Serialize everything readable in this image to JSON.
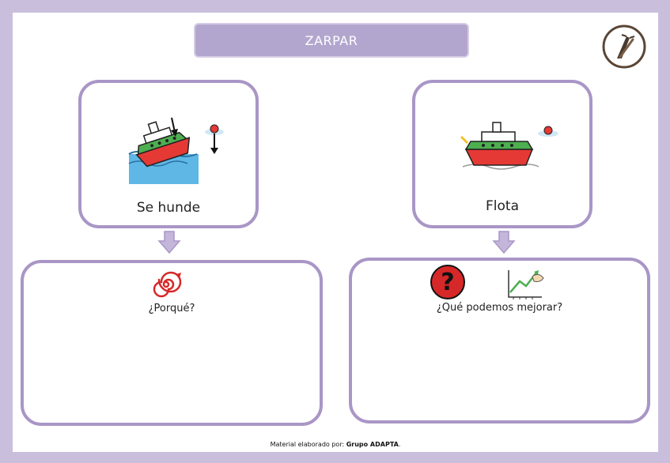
{
  "title": "ZARPAR",
  "outcomes": {
    "left": {
      "label": "Se hunde",
      "icon": "sinking-ship-icon"
    },
    "right": {
      "label": "Flota",
      "icon": "floating-ship-icon"
    }
  },
  "questions": {
    "left": {
      "label": "¿Porqué?",
      "icon": "spiral-icon"
    },
    "right": {
      "label": "¿Qué podemos mejorar?",
      "icons": [
        "question-mark-icon",
        "improve-chart-icon"
      ]
    }
  },
  "footer": {
    "prefix": "Material elaborado por:",
    "author": "Grupo ADAPTA",
    "suffix": "."
  },
  "colors": {
    "frame": "#c9bfdc",
    "accent": "#b3a6ce",
    "border": "#a996c6"
  }
}
